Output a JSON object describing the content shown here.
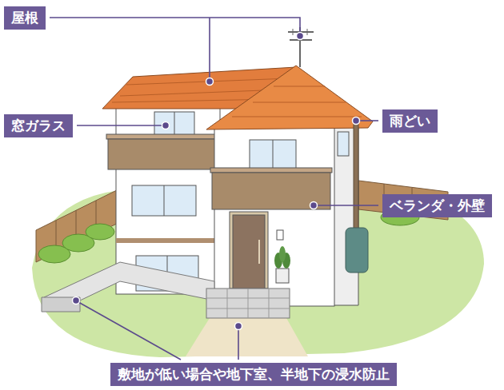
{
  "diagram": {
    "nodes": [
      {
        "text": [
          "屋根"
        ]
      },
      {
        "text": [
          "窓ガラス"
        ]
      },
      {
        "text": [
          "雨どい"
        ]
      },
      {
        "text": [
          "ベランダ・外壁"
        ]
      },
      {
        "text": [
          "敷地が低い場合や地下室、半地下の浸水防止"
        ]
      }
    ]
  }
}
